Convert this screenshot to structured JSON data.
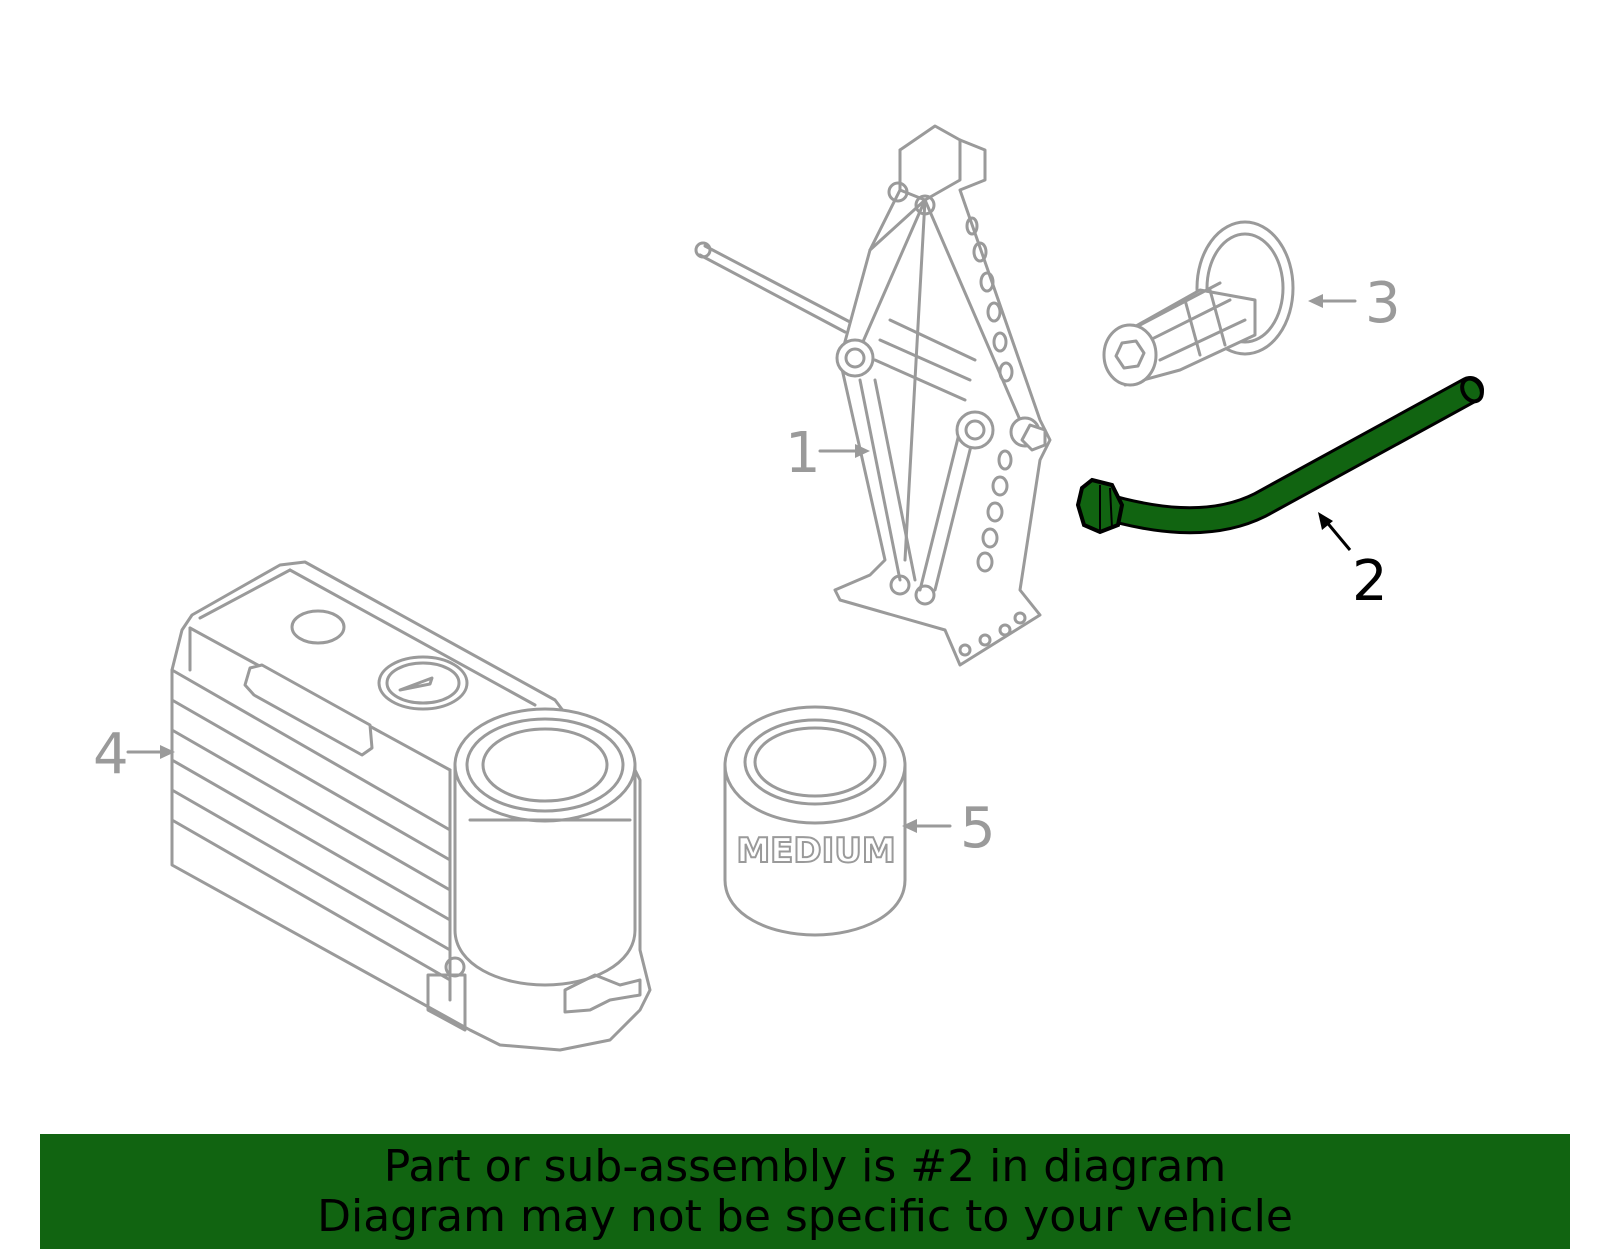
{
  "colors": {
    "highlight": "#116411",
    "outline_gray": "#9a9a9a",
    "banner_bg": "#116411"
  },
  "callouts": {
    "c1": "1",
    "c2": "2",
    "c3": "3",
    "c4": "4",
    "c5": "5"
  },
  "label_medium": "MEDIUM",
  "banner": {
    "line1": "Part or sub-assembly is #2 in diagram",
    "line2": "Diagram may not be specific to your vehicle"
  }
}
